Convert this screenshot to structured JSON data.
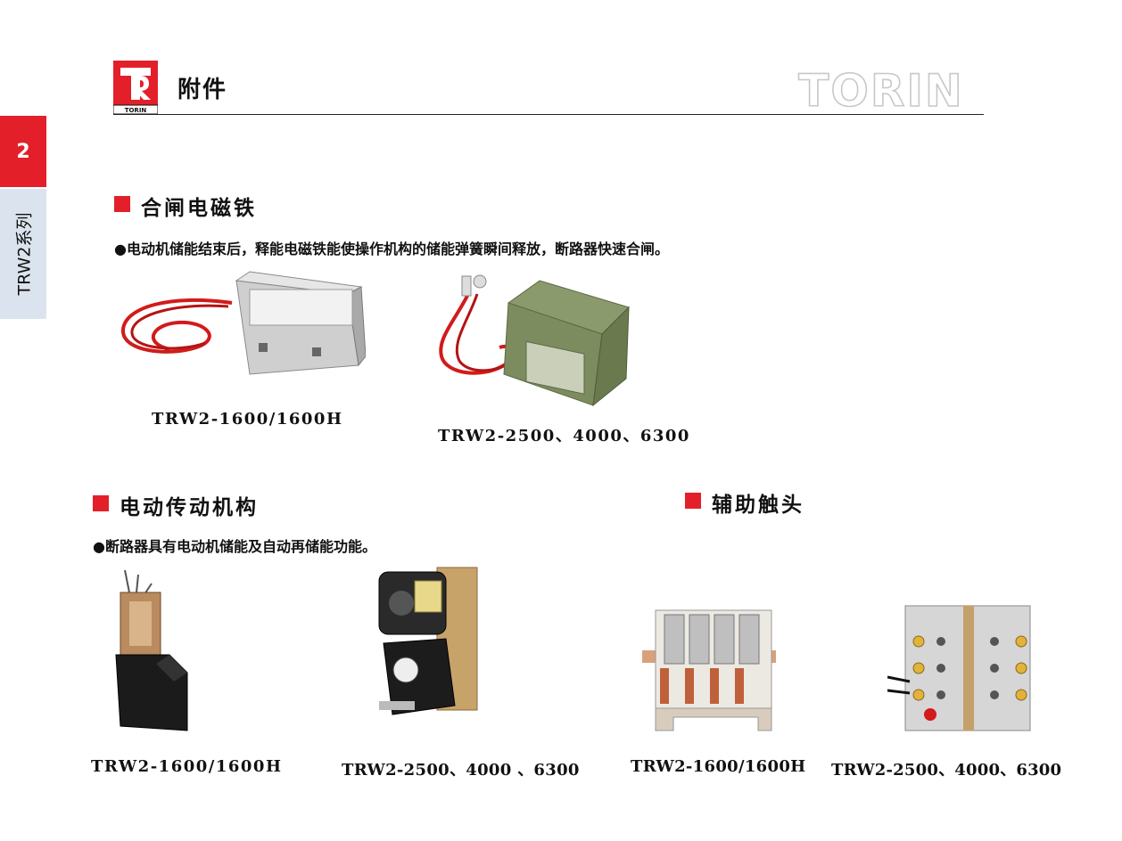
{
  "side_tab": {
    "number": "2",
    "label": "TRW2系列"
  },
  "header": {
    "title": "附件",
    "logo_text": "TORIN",
    "brand": "TORIN"
  },
  "sections": {
    "closing_magnet": {
      "title": "合闸电磁铁",
      "description": "●电动机储能结束后，释能电磁铁能使操作机构的储能弹簧瞬间释放，断路器快速合闸。",
      "items": [
        {
          "caption": "TRW2-1600/1600H"
        },
        {
          "caption": "TRW2-2500、4000、6300"
        }
      ]
    },
    "motor_mechanism": {
      "title": "电动传动机构",
      "description": "●断路器具有电动机储能及自动再储能功能。",
      "items": [
        {
          "caption": "TRW2-1600/1600H"
        },
        {
          "caption": "TRW2-2500、4000 、6300"
        }
      ]
    },
    "auxiliary_contact": {
      "title": "辅助触头",
      "items": [
        {
          "caption": "TRW2-1600/1600H"
        },
        {
          "caption": "TRW2-2500、4000、6300"
        }
      ]
    }
  },
  "colors": {
    "accent": "#e3202a",
    "side_tab_bg": "#dbe4ee",
    "brand_outline": "#c8c8c8"
  },
  "icons": {
    "bullet": "filled-circle",
    "section_marker": "red-square"
  }
}
